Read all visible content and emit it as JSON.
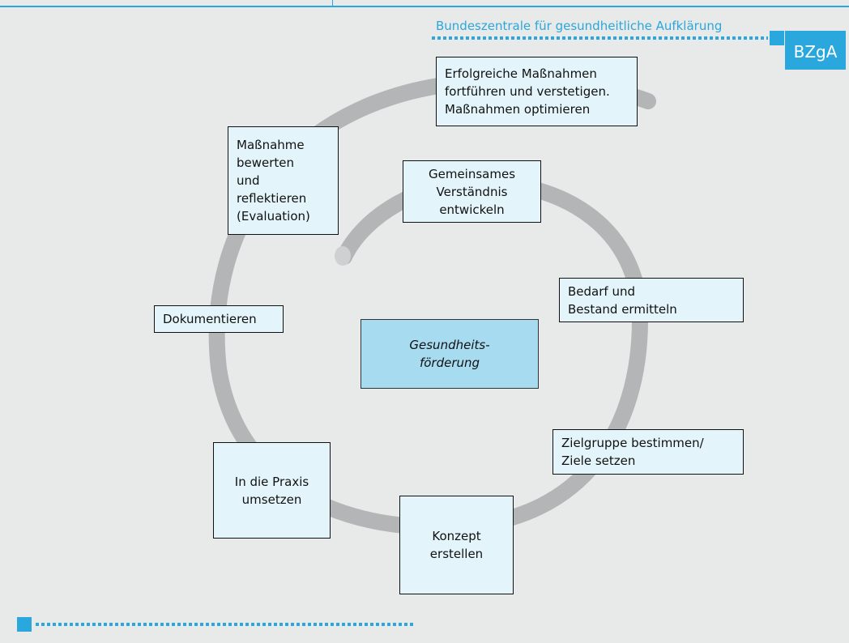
{
  "header": {
    "organization": "Bundeszentrale für gesundheitliche Aufklärung",
    "logo_text": "BZgA"
  },
  "diagram": {
    "center": [
      "Gesundheits-",
      "förderung"
    ],
    "steps": [
      {
        "id": "verstaendnis",
        "lines": [
          "Gemeinsames",
          "Verständnis",
          "entwickeln"
        ]
      },
      {
        "id": "bedarf",
        "lines": [
          "Bedarf und",
          "Bestand ermitteln"
        ]
      },
      {
        "id": "zielgruppe",
        "lines": [
          "Zielgruppe bestimmen/",
          "Ziele setzen"
        ]
      },
      {
        "id": "konzept",
        "lines": [
          "Konzept",
          "erstellen"
        ]
      },
      {
        "id": "praxis",
        "lines": [
          "In die Praxis",
          "umsetzen"
        ]
      },
      {
        "id": "dokumentieren",
        "lines": [
          "Dokumentieren"
        ]
      },
      {
        "id": "bewerten",
        "lines": [
          "Maßnahme",
          "bewerten",
          "und",
          "reflektieren",
          "(Evaluation)"
        ]
      },
      {
        "id": "fortfuehren",
        "lines": [
          "Erfolgreiche Maßnahmen",
          "fortführen und verstetigen.",
          "Maßnahmen optimieren"
        ]
      }
    ]
  },
  "colors": {
    "accent": "#2aa8dd",
    "box_fill": "#e3f5fb",
    "center_fill": "#a7dbf0",
    "ring": "#b4b5b6",
    "background": "#e8e9e9"
  }
}
